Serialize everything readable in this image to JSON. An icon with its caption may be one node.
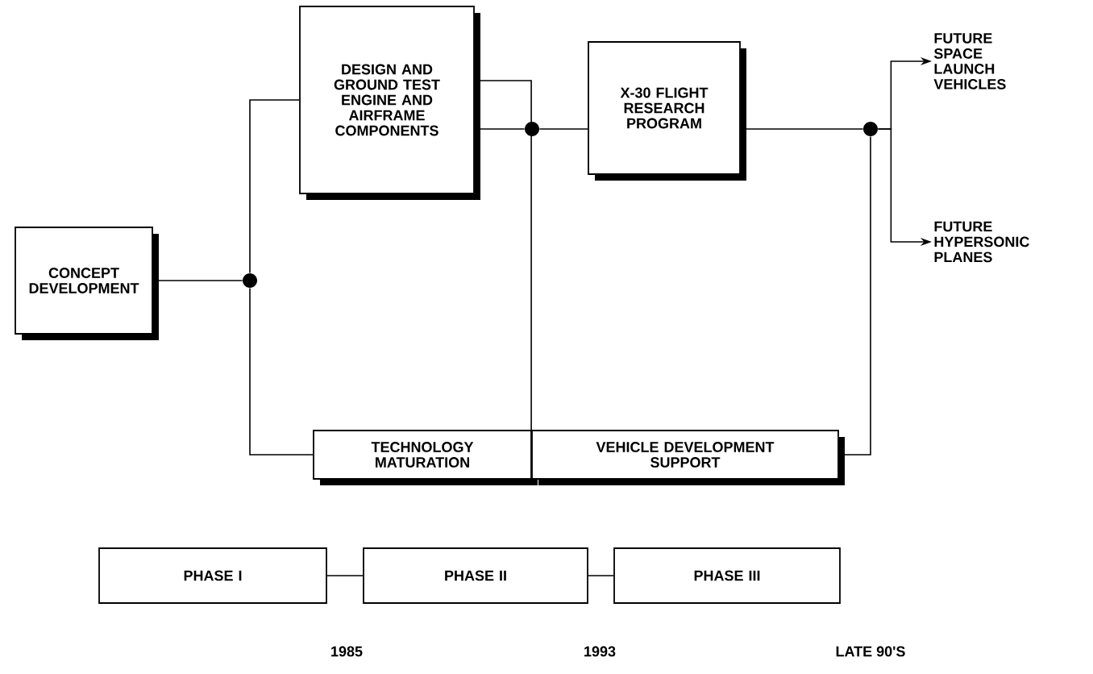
{
  "diagram": {
    "nodes": [
      {
        "text": [
          "CONCEPT DEVELOPMENT"
        ]
      },
      {
        "text": [],
        "shape": "circle"
      },
      {
        "text": [
          "DESIGN AND GROUND TEST ENGINE AND AIRFRAME COMPONENTS"
        ]
      },
      {
        "text": [],
        "shape": "circle"
      },
      {
        "text": [
          "X-30 FLIGHT RESEARCH PROGRAM"
        ]
      },
      {
        "text": [],
        "shape": "circle"
      },
      {
        "text": [
          "FUTURE SPACE LAUNCH VEHICLES"
        ]
      },
      {
        "text": [
          "FUTURE HYPERSONIC PLANES"
        ]
      },
      {
        "text": [
          "TECHNOLOGY MATURATION"
        ]
      },
      {
        "text": [
          "VEHICLE DEVELOPMENT SUPPORT"
        ]
      },
      {
        "text": [
          "PHASE I"
        ]
      },
      {
        "text": [
          "PHASE II"
        ]
      },
      {
        "text": [
          "PHASE III"
        ]
      }
    ],
    "edges": [
      {
        "from": 0,
        "to": 1,
        "arrow": "none"
      },
      {
        "from": 1,
        "to": 2,
        "arrow": "none"
      },
      {
        "from": 1,
        "to": 8,
        "arrow": "none"
      },
      {
        "from": 2,
        "to": 3,
        "arrow": "none"
      },
      {
        "from": 2,
        "to": 9,
        "arrow": "none"
      },
      {
        "from": 3,
        "to": 4,
        "arrow": "none"
      },
      {
        "from": 4,
        "to": 5,
        "arrow": "none"
      },
      {
        "from": 5,
        "to": 6,
        "arrow": "to"
      },
      {
        "from": 5,
        "to": 7,
        "arrow": "to"
      },
      {
        "from": 9,
        "to": 5,
        "arrow": "none"
      },
      {
        "from": 10,
        "to": 11,
        "arrow": "none"
      },
      {
        "from": 11,
        "to": 12,
        "arrow": "none"
      }
    ],
    "labels": [
      "1985",
      "1993",
      "LATE 90'S"
    ]
  }
}
